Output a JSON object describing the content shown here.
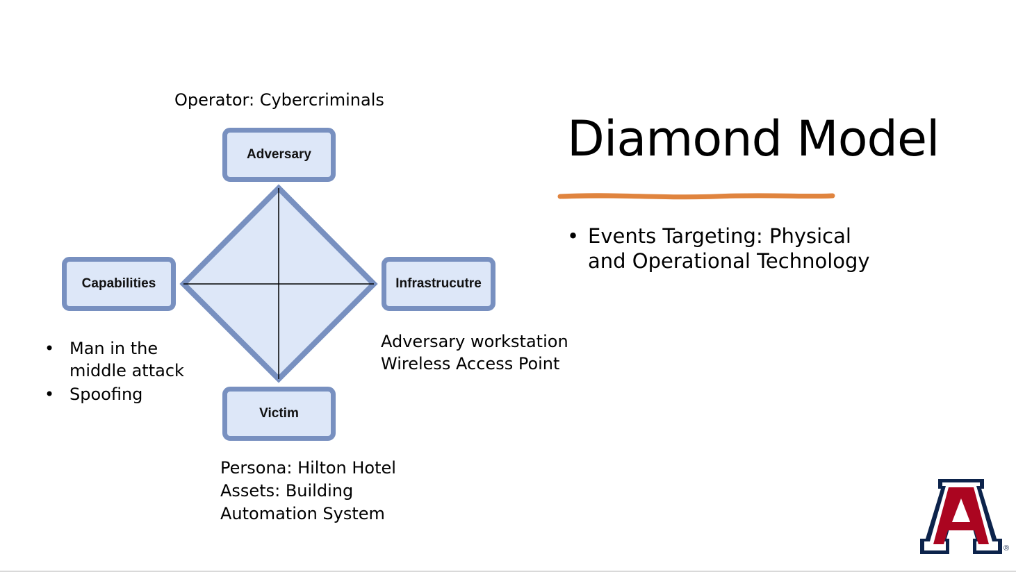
{
  "slide": {
    "title": "Diamond Model",
    "events": [
      "Events Targeting: Physical and Operational Technology"
    ]
  },
  "diagram": {
    "nodes": {
      "adversary": "Adversary",
      "capabilities": "Capabilities",
      "infrastructure": "Infrastrucutre",
      "victim": "Victim"
    },
    "annotations": {
      "operator": "Operator: Cybercriminals",
      "capabilities": [
        "Man in the middle attack",
        "Spoofing"
      ],
      "infrastructure": [
        "Adversary workstation",
        "Wireless Access Point"
      ],
      "victim": [
        "Persona: Hilton Hotel",
        "Assets: Building",
        "Automation System"
      ]
    }
  },
  "colors": {
    "accent_underline": "#e0843f",
    "node_fill": "#dde7f8",
    "node_border": "#7890c0",
    "logo_navy": "#0c234b",
    "logo_red": "#ab0520"
  },
  "logo": {
    "name": "university-of-arizona-a-logo",
    "mark": "®"
  }
}
